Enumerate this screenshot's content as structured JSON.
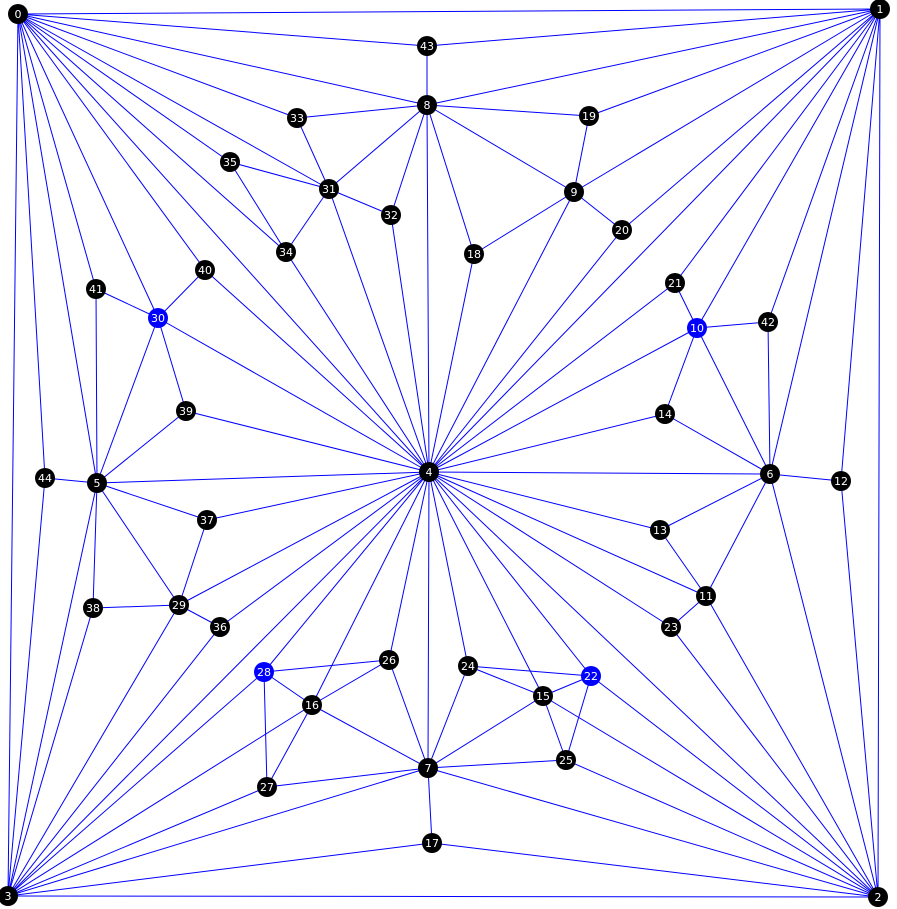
{
  "graph": {
    "colors": {
      "edge": "#0000ff",
      "node": "#000000",
      "highlight_node": "#0000ff",
      "label": "#ffffff",
      "background": "#ffffff"
    },
    "nodes": [
      "0",
      "1",
      "2",
      "3",
      "4",
      "5",
      "6",
      "7",
      "8",
      "9",
      "10",
      "11",
      "12",
      "13",
      "14",
      "15",
      "16",
      "17",
      "18",
      "19",
      "20",
      "21",
      "22",
      "23",
      "24",
      "25",
      "26",
      "27",
      "28",
      "29",
      "30",
      "31",
      "32",
      "33",
      "34",
      "35",
      "36",
      "37",
      "38",
      "39",
      "40",
      "41",
      "42",
      "43",
      "44"
    ],
    "highlighted_nodes": [
      "10",
      "22",
      "28",
      "30"
    ],
    "edges": [
      [
        0,
        1
      ],
      [
        0,
        43
      ],
      [
        0,
        8
      ],
      [
        0,
        33
      ],
      [
        0,
        31
      ],
      [
        0,
        35
      ],
      [
        0,
        34
      ],
      [
        0,
        4
      ],
      [
        0,
        40
      ],
      [
        0,
        30
      ],
      [
        0,
        41
      ],
      [
        0,
        5
      ],
      [
        0,
        44
      ],
      [
        0,
        3
      ],
      [
        1,
        43
      ],
      [
        1,
        8
      ],
      [
        1,
        19
      ],
      [
        1,
        9
      ],
      [
        1,
        20
      ],
      [
        1,
        4
      ],
      [
        1,
        21
      ],
      [
        1,
        10
      ],
      [
        1,
        42
      ],
      [
        1,
        6
      ],
      [
        1,
        12
      ],
      [
        1,
        2
      ],
      [
        2,
        12
      ],
      [
        2,
        6
      ],
      [
        2,
        11
      ],
      [
        2,
        23
      ],
      [
        2,
        4
      ],
      [
        2,
        22
      ],
      [
        2,
        15
      ],
      [
        2,
        25
      ],
      [
        2,
        7
      ],
      [
        2,
        17
      ],
      [
        2,
        3
      ],
      [
        3,
        44
      ],
      [
        3,
        5
      ],
      [
        3,
        38
      ],
      [
        3,
        29
      ],
      [
        3,
        36
      ],
      [
        3,
        4
      ],
      [
        3,
        28
      ],
      [
        3,
        16
      ],
      [
        3,
        27
      ],
      [
        3,
        7
      ],
      [
        3,
        17
      ],
      [
        4,
        8
      ],
      [
        4,
        32
      ],
      [
        4,
        31
      ],
      [
        4,
        34
      ],
      [
        4,
        40
      ],
      [
        4,
        30
      ],
      [
        4,
        39
      ],
      [
        4,
        5
      ],
      [
        4,
        37
      ],
      [
        4,
        29
      ],
      [
        4,
        36
      ],
      [
        4,
        28
      ],
      [
        4,
        16
      ],
      [
        4,
        26
      ],
      [
        4,
        7
      ],
      [
        4,
        24
      ],
      [
        4,
        15
      ],
      [
        4,
        22
      ],
      [
        4,
        23
      ],
      [
        4,
        11
      ],
      [
        4,
        13
      ],
      [
        4,
        6
      ],
      [
        4,
        14
      ],
      [
        4,
        10
      ],
      [
        4,
        21
      ],
      [
        4,
        20
      ],
      [
        4,
        9
      ],
      [
        4,
        18
      ],
      [
        43,
        8
      ],
      [
        8,
        33
      ],
      [
        8,
        31
      ],
      [
        8,
        32
      ],
      [
        8,
        18
      ],
      [
        8,
        9
      ],
      [
        8,
        19
      ],
      [
        33,
        31
      ],
      [
        35,
        31
      ],
      [
        35,
        34
      ],
      [
        31,
        34
      ],
      [
        31,
        32
      ],
      [
        9,
        19
      ],
      [
        9,
        18
      ],
      [
        9,
        20
      ],
      [
        21,
        10
      ],
      [
        10,
        42
      ],
      [
        10,
        14
      ],
      [
        10,
        6
      ],
      [
        42,
        6
      ],
      [
        14,
        6
      ],
      [
        6,
        12
      ],
      [
        6,
        13
      ],
      [
        6,
        11
      ],
      [
        13,
        11
      ],
      [
        11,
        23
      ],
      [
        41,
        30
      ],
      [
        41,
        5
      ],
      [
        30,
        40
      ],
      [
        30,
        39
      ],
      [
        30,
        5
      ],
      [
        39,
        5
      ],
      [
        44,
        5
      ],
      [
        5,
        37
      ],
      [
        5,
        29
      ],
      [
        5,
        38
      ],
      [
        37,
        29
      ],
      [
        38,
        29
      ],
      [
        29,
        36
      ],
      [
        28,
        26
      ],
      [
        28,
        16
      ],
      [
        28,
        27
      ],
      [
        16,
        26
      ],
      [
        16,
        27
      ],
      [
        16,
        7
      ],
      [
        26,
        7
      ],
      [
        27,
        7
      ],
      [
        7,
        17
      ],
      [
        7,
        24
      ],
      [
        7,
        15
      ],
      [
        7,
        25
      ],
      [
        24,
        22
      ],
      [
        24,
        15
      ],
      [
        15,
        22
      ],
      [
        15,
        25
      ],
      [
        22,
        25
      ]
    ]
  }
}
